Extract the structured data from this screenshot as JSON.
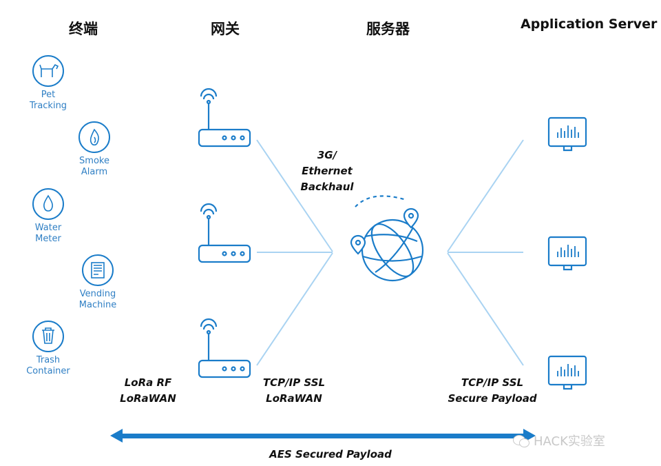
{
  "headings": {
    "endpoints": "终端",
    "gateway": "网关",
    "server": "服务器",
    "app_server": "Application Server"
  },
  "endpoints": [
    {
      "line1": "Pet",
      "line2": "Tracking",
      "icon": "dog-icon"
    },
    {
      "line1": "Smoke",
      "line2": "Alarm",
      "icon": "flame-icon"
    },
    {
      "line1": "Water",
      "line2": "Meter",
      "icon": "water-drop-icon"
    },
    {
      "line1": "Vending",
      "line2": "Machine",
      "icon": "vending-machine-icon"
    },
    {
      "line1": "Trash",
      "line2": "Container",
      "icon": "trash-can-icon"
    }
  ],
  "gateway_icon": "router-antenna-icon",
  "server_icon": "globe-location-icon",
  "app_server_icon": "monitor-chart-icon",
  "backhaul": {
    "line1": "3G/",
    "line2": "Ethernet",
    "line3": "Backhaul"
  },
  "protocols": {
    "endpoint_gateway": {
      "line1": "LoRa RF",
      "line2": "LoRaWAN"
    },
    "gateway_server": {
      "line1": "TCP/IP SSL",
      "line2": "LoRaWAN"
    },
    "server_app": {
      "line1": "TCP/IP SSL",
      "line2": "Secure Payload"
    }
  },
  "aes_label": "AES Secured Payload",
  "watermark": "HACK实验室",
  "colors": {
    "accent": "#1a7cc9",
    "line": "#a9d3f2",
    "text": "#111111",
    "label": "#2f7fc4"
  }
}
